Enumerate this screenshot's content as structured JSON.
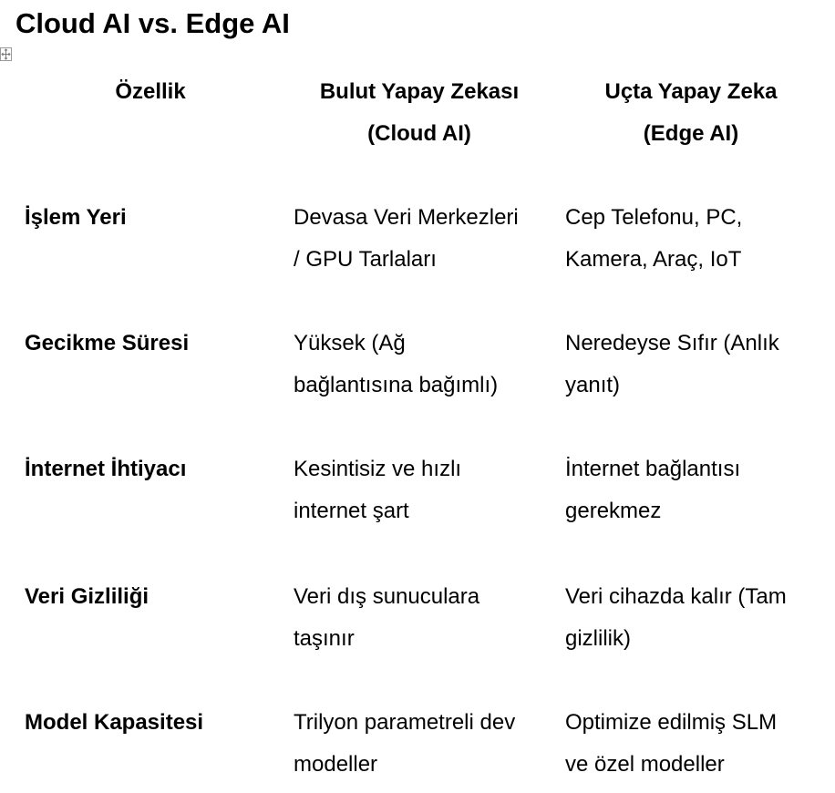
{
  "title": "Cloud AI vs. Edge AI",
  "table": {
    "headers": [
      [
        "Özellik"
      ],
      [
        "Bulut Yapay Zekası",
        "(Cloud AI)"
      ],
      [
        "Uçta Yapay Zeka",
        "(Edge AI)"
      ]
    ],
    "rows": [
      {
        "label": "İşlem Yeri",
        "cloud": [
          "Devasa Veri Merkezleri",
          "/ GPU Tarlaları"
        ],
        "edge": [
          "Cep Telefonu, PC,",
          "Kamera, Araç, IoT"
        ]
      },
      {
        "label": "Gecikme Süresi",
        "cloud": [
          "Yüksek (Ağ",
          "bağlantısına bağımlı)"
        ],
        "edge": [
          "Neredeyse Sıfır (Anlık",
          "yanıt)"
        ]
      },
      {
        "label": "İnternet İhtiyacı",
        "cloud": [
          "Kesintisiz ve hızlı",
          "internet şart"
        ],
        "edge": [
          "İnternet bağlantısı",
          "gerekmez"
        ]
      },
      {
        "label": "Veri Gizliliği",
        "cloud": [
          "Veri dış sunuculara",
          "taşınır"
        ],
        "edge": [
          "Veri cihazda kalır (Tam",
          "gizlilik)"
        ]
      },
      {
        "label": "Model Kapasitesi",
        "cloud": [
          "Trilyon parametreli dev",
          "modeller"
        ],
        "edge": [
          "Optimize edilmiş SLM",
          "ve özel modeller"
        ]
      }
    ]
  }
}
